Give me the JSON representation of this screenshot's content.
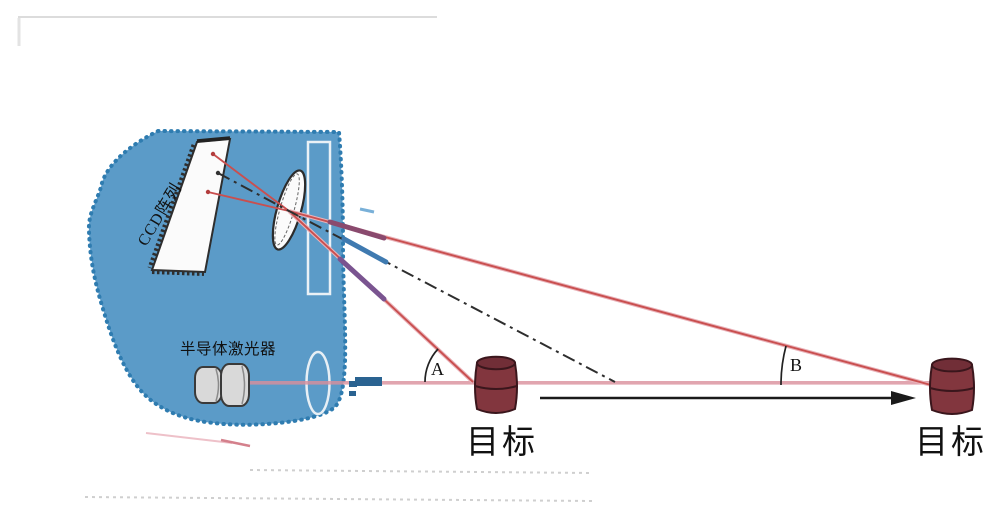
{
  "diagram": {
    "labels": {
      "ccd_array": "CCD阵列",
      "laser": "半导体激光器",
      "angle_near": "A",
      "angle_far": "B",
      "target_near": "目标",
      "target_far": "目标"
    },
    "colors": {
      "enclosure_fill": "#5b9bc8",
      "enclosure_border": "#2f7cb0",
      "beam_red": "#c94f4f",
      "beam_pink_halo": "#e9b3ba",
      "horizontal_beam_pink": "#d98f9b",
      "dash_dot_line": "#2e2e2e",
      "highlight_purple": "#7d4f85",
      "highlight_blue": "#3f7ab0",
      "target_barrel": "#82363e",
      "laser_cylinder": "#d9d9d9",
      "aperture_blue": "#2a6391",
      "optics_outline": "#2c2c2c",
      "window_white": "#eaf1f6"
    }
  }
}
